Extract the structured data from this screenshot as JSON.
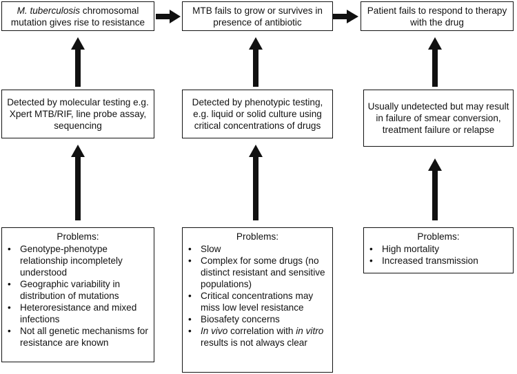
{
  "row1": {
    "box1": {
      "italic": "M. tuberculosis",
      "rest": " chromosomal mutation gives rise to resistance"
    },
    "box2": "MTB fails to grow or survives in presence of antibiotic",
    "box3": "Patient fails to respond to therapy with the drug"
  },
  "row2": {
    "box1": "Detected by molecular testing e.g. Xpert MTB/RIF, line probe assay, sequencing",
    "box2": "Detected by phenotypic testing, e.g. liquid or solid culture using critical concentrations of drugs",
    "box3": "Usually undetected but may result in failure of smear conversion, treatment failure or relapse"
  },
  "problems": {
    "col1": {
      "title": "Problems:",
      "items": [
        "Genotype-phenotype relationship incompletely understood",
        "Geographic variability in distribution of mutations",
        "Heteroresistance and mixed infections",
        "Not all genetic mechanisms for resistance are known"
      ]
    },
    "col2": {
      "title": "Problems:",
      "items": [
        "Slow",
        "Complex for some drugs (no distinct resistant and sensitive populations)",
        "Critical concentrations may miss low level resistance",
        "Biosafety concerns"
      ],
      "last_item": {
        "italic1": "In vivo",
        "mid": " correlation with ",
        "italic2": "in vitro",
        "rest": " results is not always clear"
      }
    },
    "col3": {
      "title": "Problems:",
      "items": [
        "High mortality",
        "Increased transmission"
      ]
    }
  }
}
